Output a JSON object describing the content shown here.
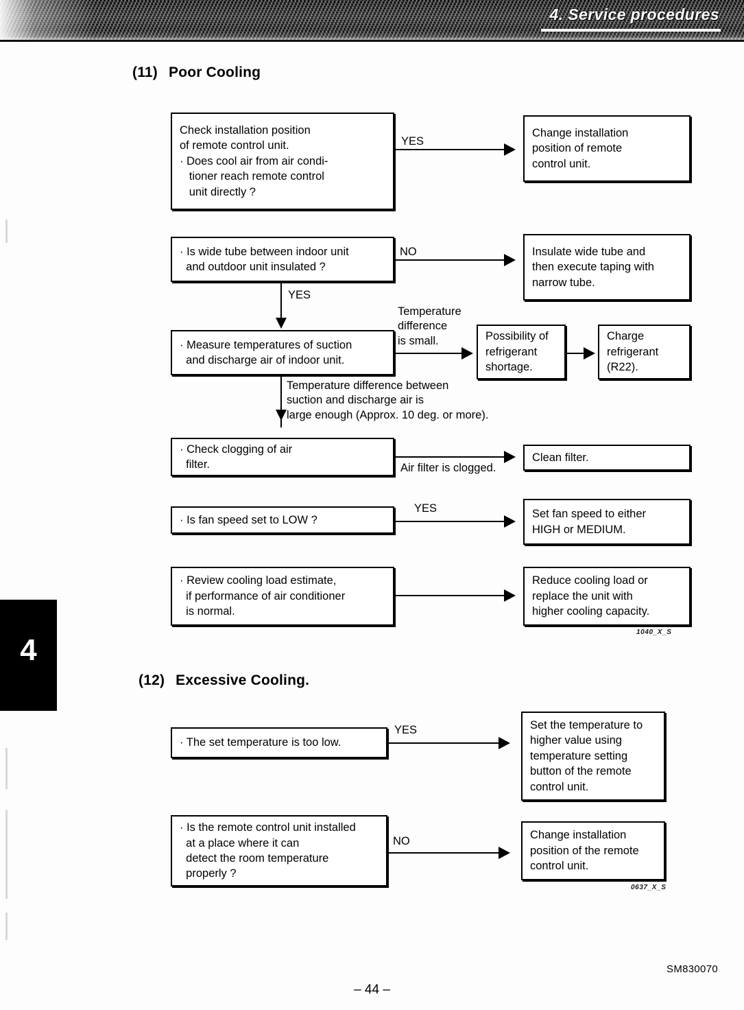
{
  "header": {
    "title": "4. Service procedures"
  },
  "chapter_tab": {
    "number": "4"
  },
  "sections": [
    {
      "number": "(11)",
      "title": "Poor Cooling",
      "figure_code": "1040_X_S"
    },
    {
      "number": "(12)",
      "title": "Excessive Cooling.",
      "figure_code": "0637_X_S"
    }
  ],
  "flow_poor_cooling": {
    "boxes": {
      "check_install_position": {
        "lines": [
          "Check installation position",
          "of remote control unit.",
          "· Does cool air from air condi-",
          "   tioner reach remote control",
          "   unit directly ?"
        ]
      },
      "change_install_position": {
        "lines": [
          "Change installation",
          "position of remote",
          "control unit."
        ]
      },
      "wide_tube_insulated": {
        "lines": [
          "· Is wide tube between indoor unit",
          "  and outdoor unit insulated ?"
        ]
      },
      "insulate_wide_tube": {
        "lines": [
          "Insulate wide tube and",
          "then execute taping with",
          "narrow tube."
        ]
      },
      "measure_temperatures": {
        "lines": [
          "· Measure temperatures of suction",
          "  and discharge air of indoor unit."
        ]
      },
      "refrigerant_shortage": {
        "lines": [
          "Possibility of",
          "refrigerant",
          "shortage."
        ]
      },
      "charge_refrigerant": {
        "lines": [
          "Charge",
          "refrigerant",
          "(R22)."
        ]
      },
      "check_clogging": {
        "lines": [
          "· Check clogging of air",
          "  filter."
        ]
      },
      "clean_filter": {
        "lines": [
          "Clean filter."
        ]
      },
      "fan_speed_low": {
        "lines": [
          "· Is fan speed set to LOW ?"
        ]
      },
      "set_fan_speed": {
        "lines": [
          "Set fan speed to either",
          "HIGH or MEDIUM."
        ]
      },
      "review_cooling_load": {
        "lines": [
          "· Review cooling load estimate,",
          "  if performance of air conditioner",
          "  is normal."
        ]
      },
      "reduce_cooling_load": {
        "lines": [
          "Reduce cooling load or",
          "replace the unit with",
          "higher cooling capacity."
        ]
      }
    },
    "labels": {
      "yes_1": "YES",
      "no_1": "NO",
      "yes_2": "YES",
      "temp_diff_small": [
        "Temperature",
        "difference",
        "is small."
      ],
      "temp_diff_large": [
        "Temperature difference between",
        "suction and discharge air is",
        "large enough (Approx. 10 deg. or more)."
      ],
      "air_filter_clogged": "Air filter is clogged.",
      "yes_3": "YES"
    }
  },
  "flow_excessive_cooling": {
    "boxes": {
      "set_temp_too_low": {
        "lines": [
          "· The set temperature is too low."
        ]
      },
      "set_higher_temp": {
        "lines": [
          "Set the temperature to",
          "higher value using",
          "temperature setting",
          "button of the remote",
          "control unit."
        ]
      },
      "remote_placement": {
        "lines": [
          "· Is the remote control unit installed",
          "  at a place where it can",
          "  detect the room temperature",
          "  properly ?"
        ]
      },
      "change_install_position_2": {
        "lines": [
          "Change installation",
          "position of the remote",
          "control unit."
        ]
      }
    },
    "labels": {
      "yes_1": "YES",
      "no_1": "NO"
    }
  },
  "footer": {
    "page_number": "– 44 –",
    "document_code": "SM830070"
  }
}
